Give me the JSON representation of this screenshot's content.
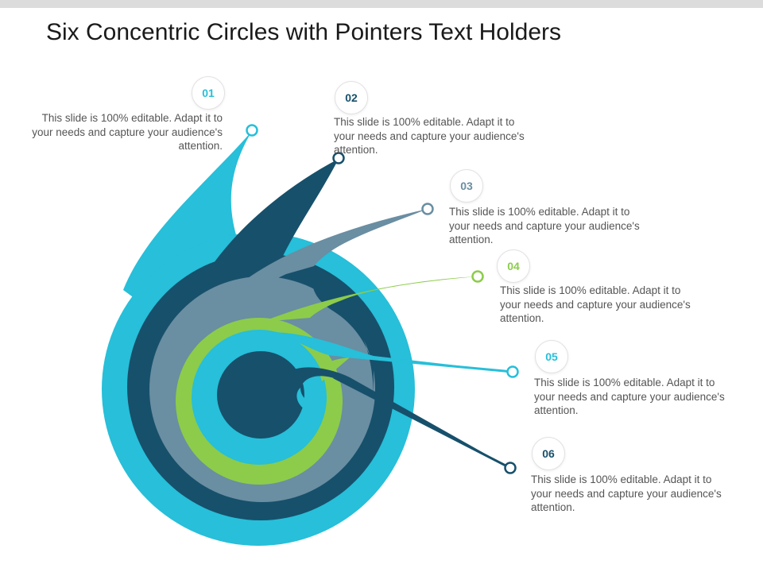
{
  "title": "Six Concentric Circles with Pointers Text Holders",
  "colors": {
    "light_blue": "#27bfd9",
    "dark_blue": "#17506b",
    "gray_blue": "#6a8ea2",
    "green": "#8ccc4a"
  },
  "items": [
    {
      "number": "01",
      "text": "This slide is 100% editable. Adapt it to your needs and capture your audience's attention.",
      "color": "#27bfd9"
    },
    {
      "number": "02",
      "text": "This slide is 100% editable. Adapt it to your needs and capture your audience's attention.",
      "color": "#17506b"
    },
    {
      "number": "03",
      "text": "This slide is 100% editable. Adapt it to your needs and capture your audience's attention.",
      "color": "#6a8ea2"
    },
    {
      "number": "04",
      "text": "This slide is 100% editable. Adapt it to your needs and capture your audience's attention.",
      "color": "#8ccc4a"
    },
    {
      "number": "05",
      "text": "This slide is 100% editable. Adapt it to your needs and capture your audience's attention.",
      "color": "#27bfd9"
    },
    {
      "number": "06",
      "text": "This slide is 100% editable. Adapt it to your needs and capture your audience's attention.",
      "color": "#17506b"
    }
  ]
}
